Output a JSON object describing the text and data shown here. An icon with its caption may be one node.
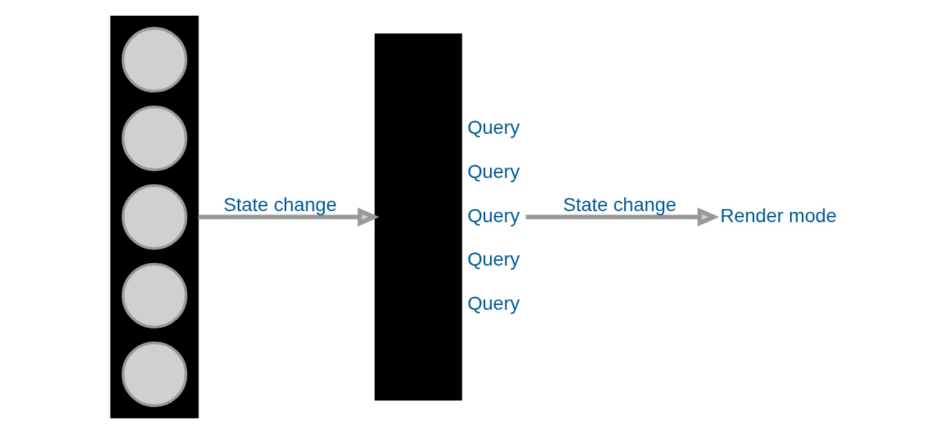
{
  "diagram": {
    "nodes": [
      {
        "text": [],
        "shape": "bar"
      },
      {
        "text": [],
        "shape": "circle",
        "in": 0
      },
      {
        "text": [],
        "shape": "circle",
        "in": 0
      },
      {
        "text": [],
        "shape": "circle",
        "in": 0
      },
      {
        "text": [],
        "shape": "circle",
        "in": 0
      },
      {
        "text": [],
        "shape": "circle",
        "in": 0
      },
      {
        "text": [],
        "shape": "bar",
        "beside": [
          "Query",
          "Query",
          "Query",
          "Query",
          "Query"
        ]
      },
      {
        "text": [
          "Render mode"
        ]
      }
    ],
    "edges": [
      {
        "from": 0,
        "to": 6,
        "arrow": "to",
        "label": "State change"
      },
      {
        "from": 6,
        "to": 7,
        "arrow": "to",
        "label": "State change"
      }
    ]
  }
}
